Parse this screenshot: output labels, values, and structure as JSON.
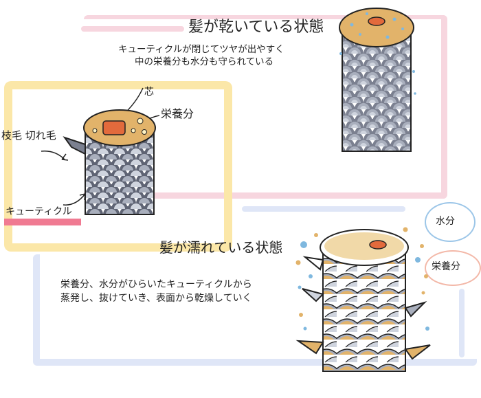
{
  "dry": {
    "title": "髪が乾いている状態",
    "description_line1": "キューティクルが閉じてツヤが出やすく",
    "description_line2": "中の栄養分も水分も守られている"
  },
  "damaged": {
    "label_core": "芯",
    "label_nutrients": "栄養分",
    "label_split_ends": "枝毛 切れ毛",
    "label_cuticle": "キューティクル"
  },
  "wet": {
    "title": "髪が濡れている状態",
    "description_line1": "栄養分、水分がひらいたキューティクルから",
    "description_line2": "蒸発し、抜けていき、表面から乾燥していく",
    "bubble_water": "水分",
    "bubble_nutrients": "栄養分"
  },
  "colors": {
    "pink_frame": "#f7d6df",
    "yellow_frame": "#fbe7a8",
    "blue_frame": "#dfe6f7",
    "cuticle_dark": "#7b8090",
    "cuticle_mid": "#a9afbd",
    "cuticle_light": "#cfd4de",
    "hair_top": "#e2b36a",
    "core": "#e26a3c",
    "water_dot": "#7fb8df",
    "highlight": "#f07a92",
    "bubble_water_border": "#9cc6e8",
    "bubble_nutrient_border": "#f3b8a8"
  }
}
